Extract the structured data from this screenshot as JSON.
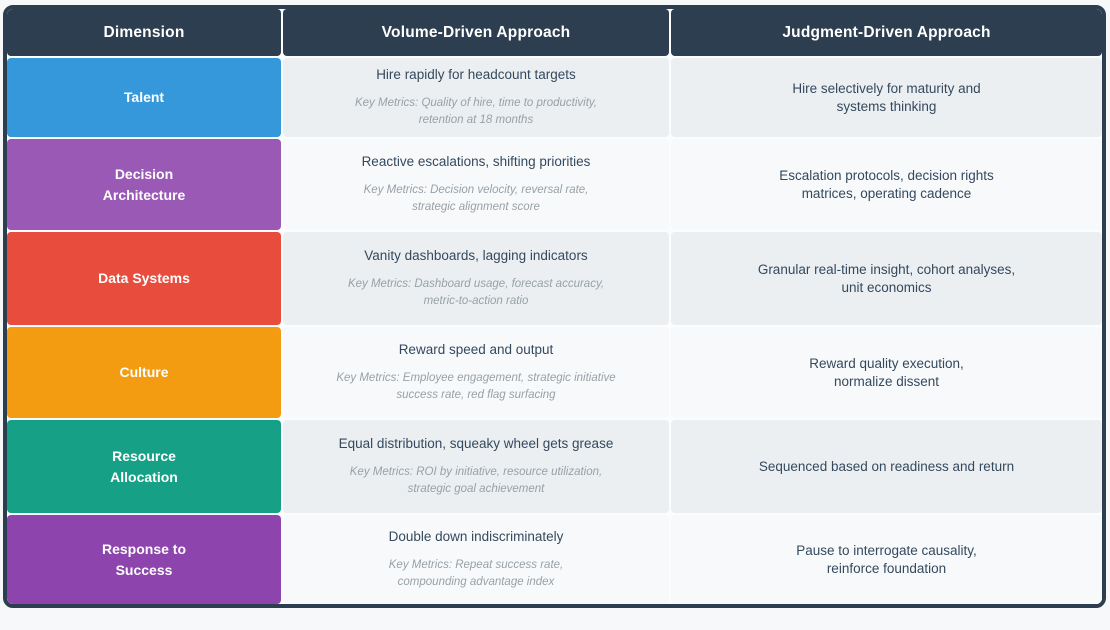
{
  "chart_data": {
    "type": "table",
    "columns": [
      "Dimension",
      "Volume-Driven Approach",
      "Judgment-Driven Approach"
    ],
    "rows": [
      {
        "dimension": "Talent",
        "dimension_color": "#3498db",
        "volume_approach": "Hire rapidly for headcount targets",
        "volume_key_metrics": "Key Metrics: Quality of hire, time to productivity,\nretention at 18 months",
        "judgment_approach": "Hire selectively for maturity and\nsystems thinking"
      },
      {
        "dimension": "Decision\nArchitecture",
        "dimension_color": "#9b59b6",
        "volume_approach": "Reactive escalations, shifting priorities",
        "volume_key_metrics": "Key Metrics: Decision velocity, reversal rate,\nstrategic alignment score",
        "judgment_approach": "Escalation protocols, decision rights\nmatrices, operating cadence"
      },
      {
        "dimension": "Data Systems",
        "dimension_color": "#e74c3c",
        "volume_approach": "Vanity dashboards, lagging indicators",
        "volume_key_metrics": "Key Metrics: Dashboard usage, forecast accuracy,\nmetric-to-action ratio",
        "judgment_approach": "Granular real-time insight, cohort analyses,\nunit economics"
      },
      {
        "dimension": "Culture",
        "dimension_color": "#f39c12",
        "volume_approach": "Reward speed and output",
        "volume_key_metrics": "Key Metrics: Employee engagement, strategic initiative\nsuccess rate, red flag surfacing",
        "judgment_approach": "Reward quality execution,\nnormalize dissent"
      },
      {
        "dimension": "Resource\nAllocation",
        "dimension_color": "#16a085",
        "volume_approach": "Equal distribution, squeaky wheel gets grease",
        "volume_key_metrics": "Key Metrics: ROI by initiative, resource utilization,\nstrategic goal achievement",
        "judgment_approach": "Sequenced based on readiness and return"
      },
      {
        "dimension": "Response to\nSuccess",
        "dimension_color": "#8e44ad",
        "volume_approach": "Double down indiscriminately",
        "volume_key_metrics": "Key Metrics: Repeat success rate,\ncompounding advantage index",
        "judgment_approach": "Pause to interrogate causality,\nreinforce foundation"
      }
    ],
    "layout": {
      "legend": "none",
      "grid": "off",
      "header_bg": "#2c3e50",
      "table_border_color": "#2c3e50",
      "row_bg_alt1": "#eceff1",
      "row_bg_alt2": "#f8f9fb",
      "page_bg": "#f6f8f9",
      "body_text_color": "#34495e",
      "metrics_text_color": "#97a1a7",
      "header_text_color": "#ffffff"
    }
  }
}
